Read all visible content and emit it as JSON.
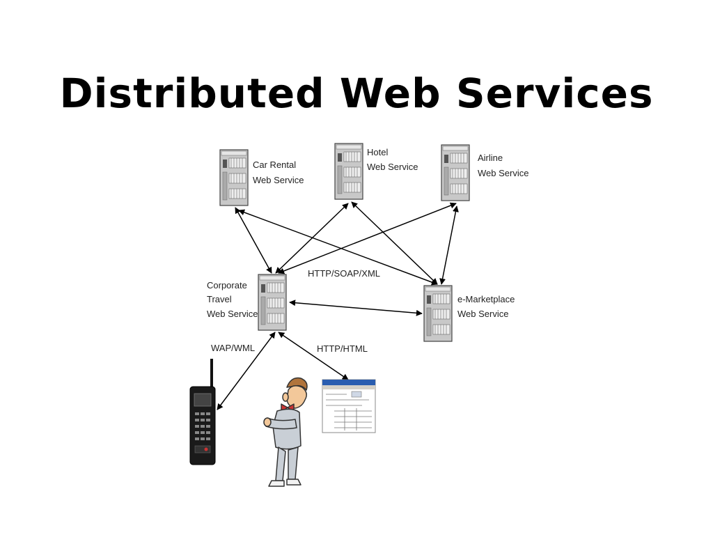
{
  "title": "Distributed Web Services",
  "nodes": {
    "car_rental": {
      "line1": "Car Rental",
      "line2": "Web Service"
    },
    "hotel": {
      "line1": "Hotel",
      "line2": "Web Service"
    },
    "airline": {
      "line1": "Airline",
      "line2": "Web Service"
    },
    "corporate": {
      "line1": "Corporate",
      "line2": "Travel",
      "line3": "Web Service"
    },
    "emarketplace": {
      "line1": "e-Marketplace",
      "line2": "Web Service"
    }
  },
  "edge_labels": {
    "soap": "HTTP/SOAP/XML",
    "wap": "WAP/WML",
    "html": "HTTP/HTML"
  }
}
